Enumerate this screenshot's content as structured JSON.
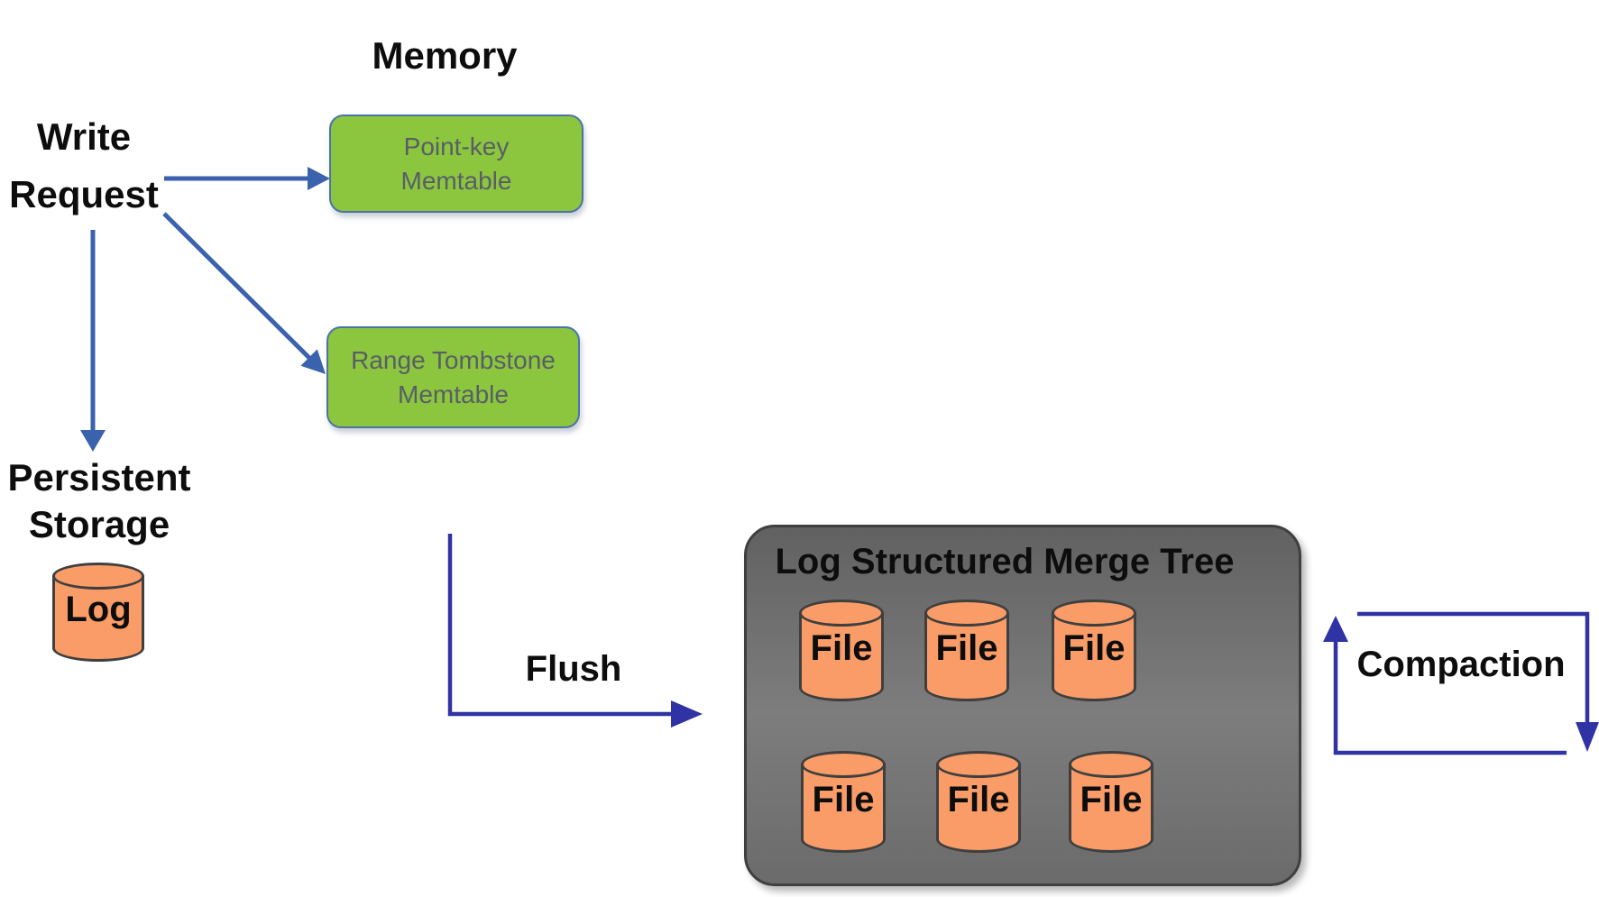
{
  "diagram": {
    "memory_section_label": "Memory",
    "write_request": {
      "line1": "Write",
      "line2": "Request"
    },
    "memtables": [
      {
        "line1": "Point-key",
        "line2": "Memtable"
      },
      {
        "line1": "Range Tombstone",
        "line2": "Memtable"
      }
    ],
    "persistent_storage": {
      "line1": "Persistent",
      "line2": "Storage"
    },
    "log_label": "Log",
    "flush_label": "Flush",
    "compaction_label": "Compaction",
    "lsm_title": "Log Structured Merge Tree",
    "files": [
      "File",
      "File",
      "File",
      "File",
      "File",
      "File"
    ]
  },
  "colors": {
    "green": "#8CC63E",
    "green-border": "#4A74A8",
    "box-text": "#585E68",
    "orange": "#F99C68",
    "cyl-stroke": "#3F3F3F",
    "gray-top": "#616161",
    "gray-mid": "#7D7D7D",
    "gray-bottom": "#6B6B6B",
    "gray-border": "#3F3F3F",
    "write-arrow": "#3B62AD",
    "loop-arrow": "#2F33A3",
    "text": "#0D0D0D"
  }
}
